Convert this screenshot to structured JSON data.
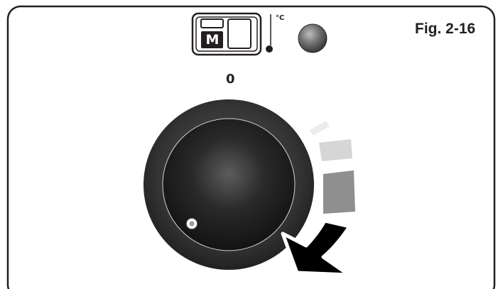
{
  "figure": {
    "label": "Fig. 2-16"
  },
  "panel": {
    "mode_symbol": "M",
    "temperature_unit": "°C",
    "icons": [
      "mode-selector-icon",
      "thermometer-icon",
      "indicator-light-icon"
    ]
  },
  "knob": {
    "position_label": "0",
    "rotation_direction": "clockwise",
    "icons": [
      "rotary-knob-icon",
      "knob-marker-dot-icon",
      "rotation-arrow-icon",
      "setting-level-bars-icon"
    ]
  },
  "colors": {
    "frame": "#231f20",
    "knob_outer": "#303030",
    "knob_inner": "#1a1a1a",
    "level_low": "#ececec",
    "level_mid": "#d6d6d6",
    "level_high": "#8f8f8f",
    "arrow": "#000000",
    "light": "#6e6e6e"
  }
}
